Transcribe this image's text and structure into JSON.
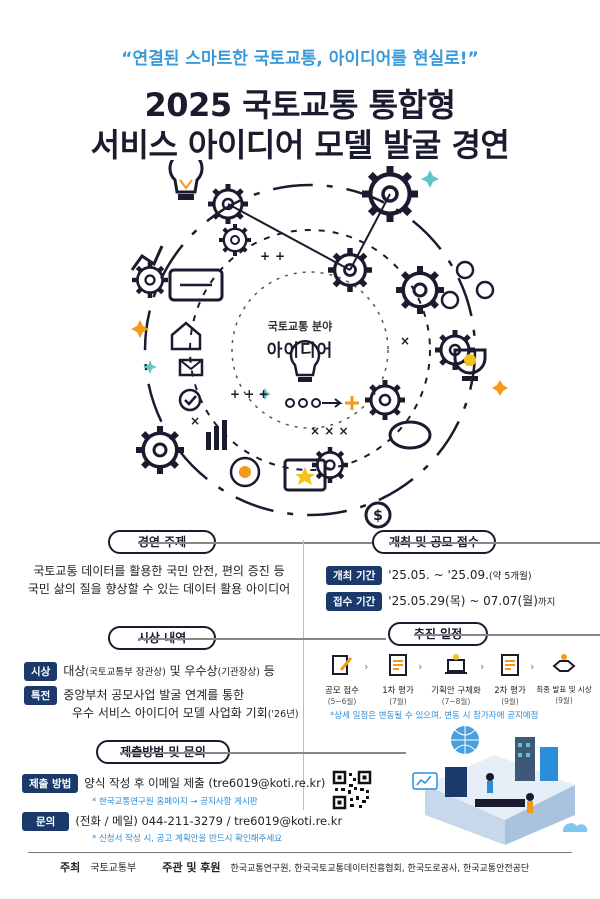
{
  "header": {
    "slogan": "“연결된 스마트한 국토교통, 아이디어를 현실로!”",
    "title_line1": "2025 국토교통 통합형",
    "title_line2": "서비스 아이디어 모델 발굴 경연"
  },
  "hero": {
    "caption_small": "국토교통 분야",
    "caption_big": "아이디어"
  },
  "theme": {
    "heading": "경연 주제",
    "line1": "국토교통 데이터를 활용한 국민 안전, 편의 증진 등",
    "line2": "국민 삶의 질을 향상할 수 있는 데이터 활용 아이디어"
  },
  "schedule": {
    "heading": "개최 및 공모 접수",
    "held_tag": "개최 기간",
    "held_value": "'25.05. ~ '25.09.",
    "held_paren": "(약 5개월)",
    "submit_tag": "접수 기간",
    "submit_value": "'25.05.29(목) ~ 07.07(월)",
    "submit_suffix": "까지"
  },
  "awards": {
    "heading": "시상 내역",
    "award_tag": "시상",
    "award_a": "대상",
    "award_a_paren": "(국토교통부 장관상)",
    "award_mid": " 및 우수상",
    "award_b_paren": "(기관장상)",
    "award_end": " 등",
    "benefit_tag": "특전",
    "benefit_line1": "중앙부처 공모사업 발굴 연계를 통한",
    "benefit_line2": "우수 서비스 아이디어 모델 사업화 기회",
    "benefit_paren": "('26년)"
  },
  "process": {
    "heading": "추진 일정",
    "steps": [
      {
        "label": "공모 접수",
        "sub": "(5~6월)"
      },
      {
        "label": "1차 평가",
        "sub": "(7월)"
      },
      {
        "label": "기획안 구체화",
        "sub": "(7~8월)"
      },
      {
        "label": "2차 평가",
        "sub": "(9월)"
      },
      {
        "label": "최종 발표 및 시상",
        "sub": "(9월)"
      }
    ],
    "note": "*상세 일정은 변동될 수 있으며, 변동 시 참가자에 공지예정"
  },
  "submission": {
    "heading": "제출방법 및 문의",
    "method_tag": "제출 방법",
    "method_value": "양식 작성 후 이메일 제출 (tre6019@koti.re.kr)",
    "method_note": "* 한국교통연구원 홈페이지 → 공지사항 게시판",
    "contact_tag": "문의",
    "contact_value": "(전화 / 메일) 044-211-3279 / tre6019@koti.re.kr",
    "contact_note": "* 신청서 작성 시, 공고 계획안을 반드시 확인해주세요"
  },
  "footer": {
    "host_label": "주최",
    "host_value": "국토교통부",
    "org_label": "주관 및 후원",
    "org_value": "한국교통연구원, 한국국토교통데이터진흥협회, 한국도로공사, 한국교통안전공단"
  },
  "colors": {
    "navy": "#1b3a6b",
    "accent_blue": "#2a8ed8",
    "accent_orange": "#f39a1c",
    "accent_teal": "#5fc7c9",
    "title_dark": "#1b1b2f"
  }
}
